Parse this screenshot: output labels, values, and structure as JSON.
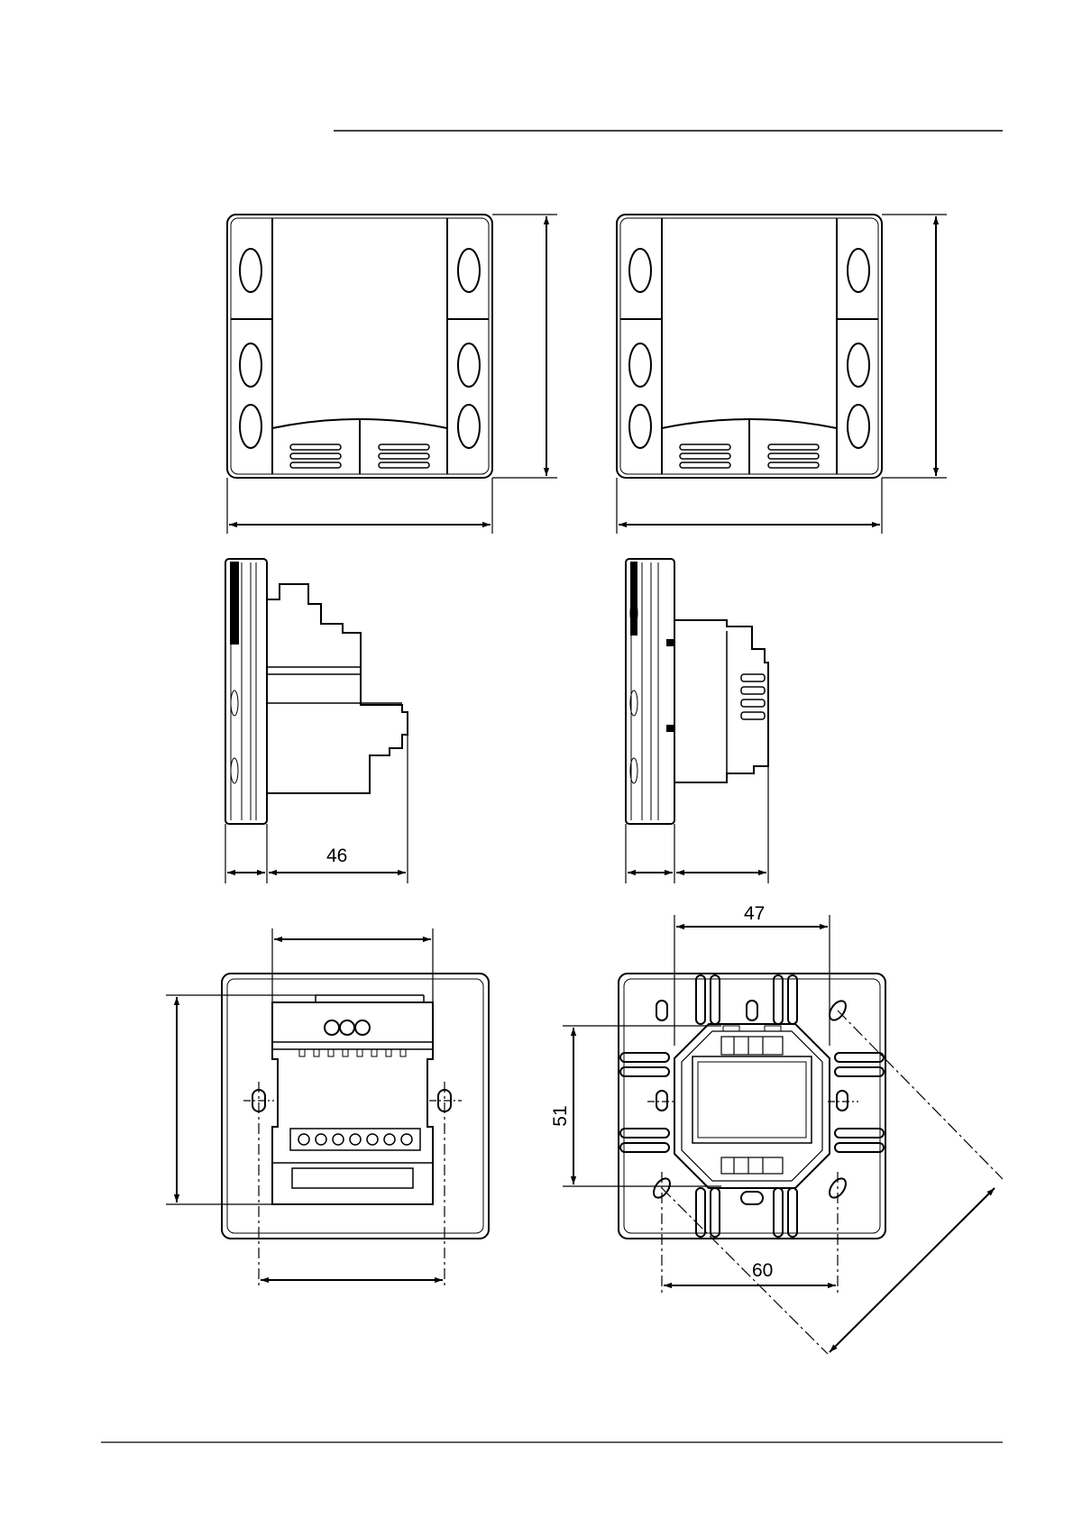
{
  "dimensions": {
    "side_depth_label": "46",
    "terminal_width_label": "47",
    "vertical_spacing_label": "51",
    "hole_spacing_label": "60"
  },
  "colors": {
    "line": "#000000",
    "background": "#ffffff"
  }
}
